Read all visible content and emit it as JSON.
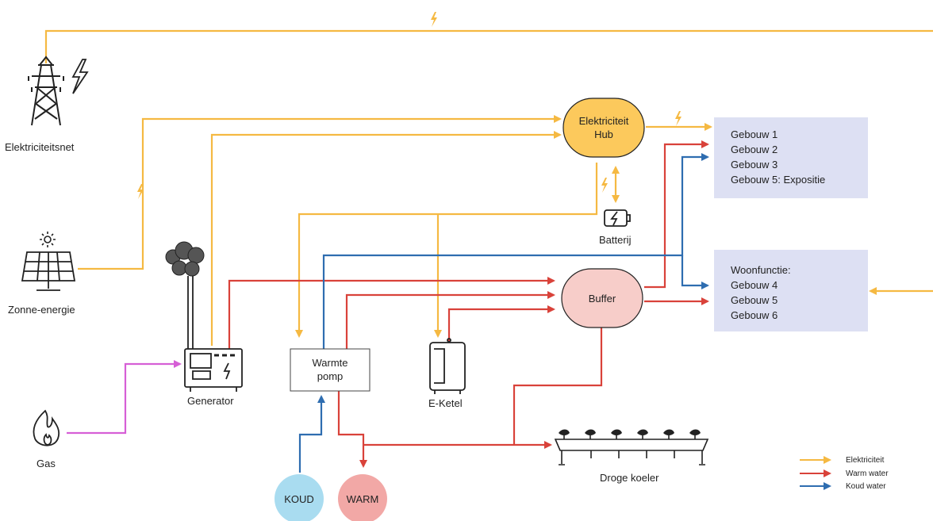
{
  "colors": {
    "electricity": "#f5b942",
    "warm_water": "#d9423a",
    "cold_water": "#2e6db0",
    "gas": "#d65fd6",
    "building_fill": "#dde0f3",
    "hub_fill": "#fcc95c",
    "buffer_fill": "#f7cdc9",
    "koud_fill": "#a9dcf0",
    "warm_fill": "#f2a8a6",
    "icon": "#222222"
  },
  "sources": {
    "grid": {
      "label": "Elektriciteitsnet",
      "icon": "power-pylon-icon"
    },
    "solar": {
      "label": "Zonne-energie",
      "icon": "solar-panel-icon"
    },
    "gas": {
      "label": "Gas",
      "icon": "flame-icon"
    }
  },
  "components": {
    "generator": {
      "label": "Generator",
      "icon": "generator-icon"
    },
    "hub": {
      "line1": "Elektriciteit",
      "line2": "Hub"
    },
    "battery": {
      "label": "Batterij",
      "icon": "battery-icon"
    },
    "heat_pump": {
      "line1": "Warmte",
      "line2": "pomp"
    },
    "e_boiler": {
      "label": "E-Ketel",
      "icon": "boiler-icon"
    },
    "buffer": {
      "label": "Buffer"
    },
    "dry_cooler": {
      "label": "Droge koeler",
      "icon": "dry-cooler-icon"
    },
    "koud": {
      "label": "KOUD"
    },
    "warm": {
      "label": "WARM"
    }
  },
  "buildings_top": {
    "lines": [
      "Gebouw 1",
      "Gebouw 2",
      "Gebouw 3",
      "Gebouw 5: Expositie"
    ]
  },
  "buildings_bottom": {
    "lines": [
      "Woonfunctie:",
      "Gebouw 4",
      "Gebouw 5",
      "Gebouw 6"
    ]
  },
  "legend": {
    "items": [
      {
        "label": "Elektriciteit",
        "color": "#f5b942"
      },
      {
        "label": "Warm water",
        "color": "#d9423a"
      },
      {
        "label": "Koud water",
        "color": "#2e6db0"
      }
    ]
  }
}
